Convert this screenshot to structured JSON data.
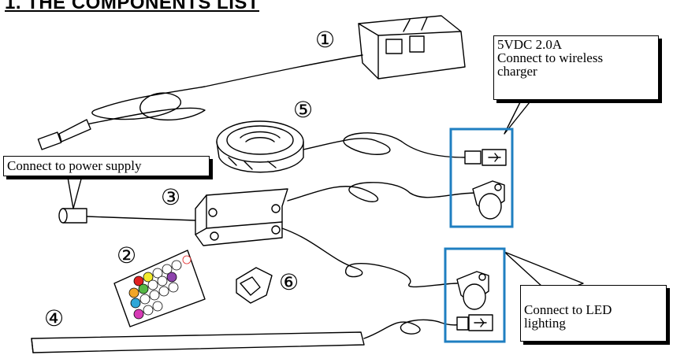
{
  "title": "1.   THE COMPONENTS LIST",
  "callouts": {
    "charger": "5VDC 2.0A\nConnect to wireless\ncharger",
    "power": "Connect to power supply",
    "led": "Connect to LED\nlighting"
  },
  "numbers": [
    "①",
    "②",
    "③",
    "④",
    "⑤",
    "⑥"
  ],
  "colors": {
    "highlight": "#1f7fc1",
    "line": "#000000"
  }
}
